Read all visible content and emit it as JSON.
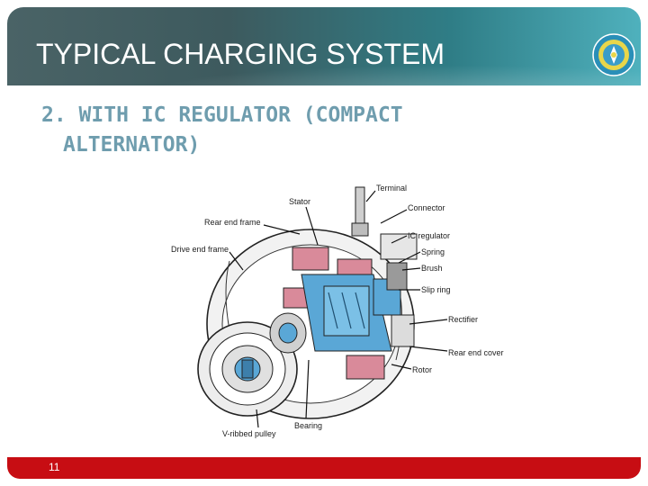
{
  "slide": {
    "title": "TYPICAL CHARGING SYSTEM",
    "subtitle_line1": "2. WITH IC REGULATOR (COMPACT",
    "subtitle_line2": "ALTERNATOR)",
    "page_number": "11"
  },
  "diagram": {
    "labels": {
      "terminal": "Terminal",
      "stator": "Stator",
      "connector": "Connector",
      "rear_end_frame": "Rear end frame",
      "ic_regulator": "IC regulator",
      "drive_end_frame": "Drive end frame",
      "spring": "Spring",
      "brush": "Brush",
      "slip_ring": "Slip ring",
      "rectifier": "Rectifier",
      "rear_end_cover": "Rear end cover",
      "rotor": "Rotor",
      "bearing": "Bearing",
      "v_ribbed_pulley": "V-ribbed pulley"
    }
  },
  "colors": {
    "title_bar": "#3d5a5e",
    "subtitle": "#6f9dae",
    "footer": "#c70d13",
    "stator_pink": "#d98a9a",
    "rotor_blue": "#5aa7d6"
  }
}
